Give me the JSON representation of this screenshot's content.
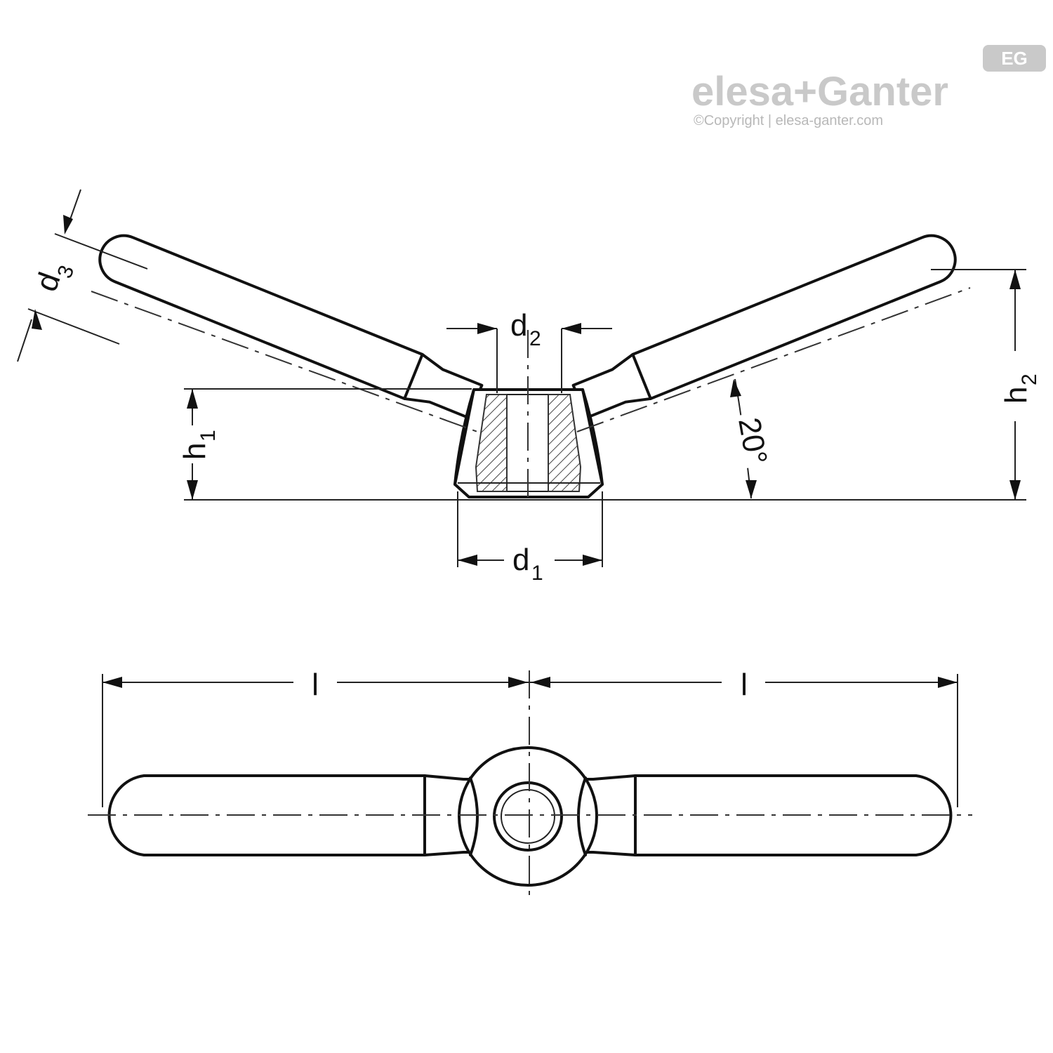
{
  "logo": {
    "brand": "elesa+Ganter",
    "badge": "EG",
    "copyright": "©Copyright | elesa-ganter.com"
  },
  "labels": {
    "d1": {
      "main": "d",
      "sub": "1"
    },
    "d2": {
      "main": "d",
      "sub": "2"
    },
    "d3": {
      "main": "d",
      "sub": "3"
    },
    "h1": {
      "main": "h",
      "sub": "1"
    },
    "h2": {
      "main": "h",
      "sub": "2"
    },
    "angle": "20°",
    "l_left": "l",
    "l_right": "l"
  },
  "colors": {
    "line": "#111111",
    "logo": "#c9c9c9"
  }
}
